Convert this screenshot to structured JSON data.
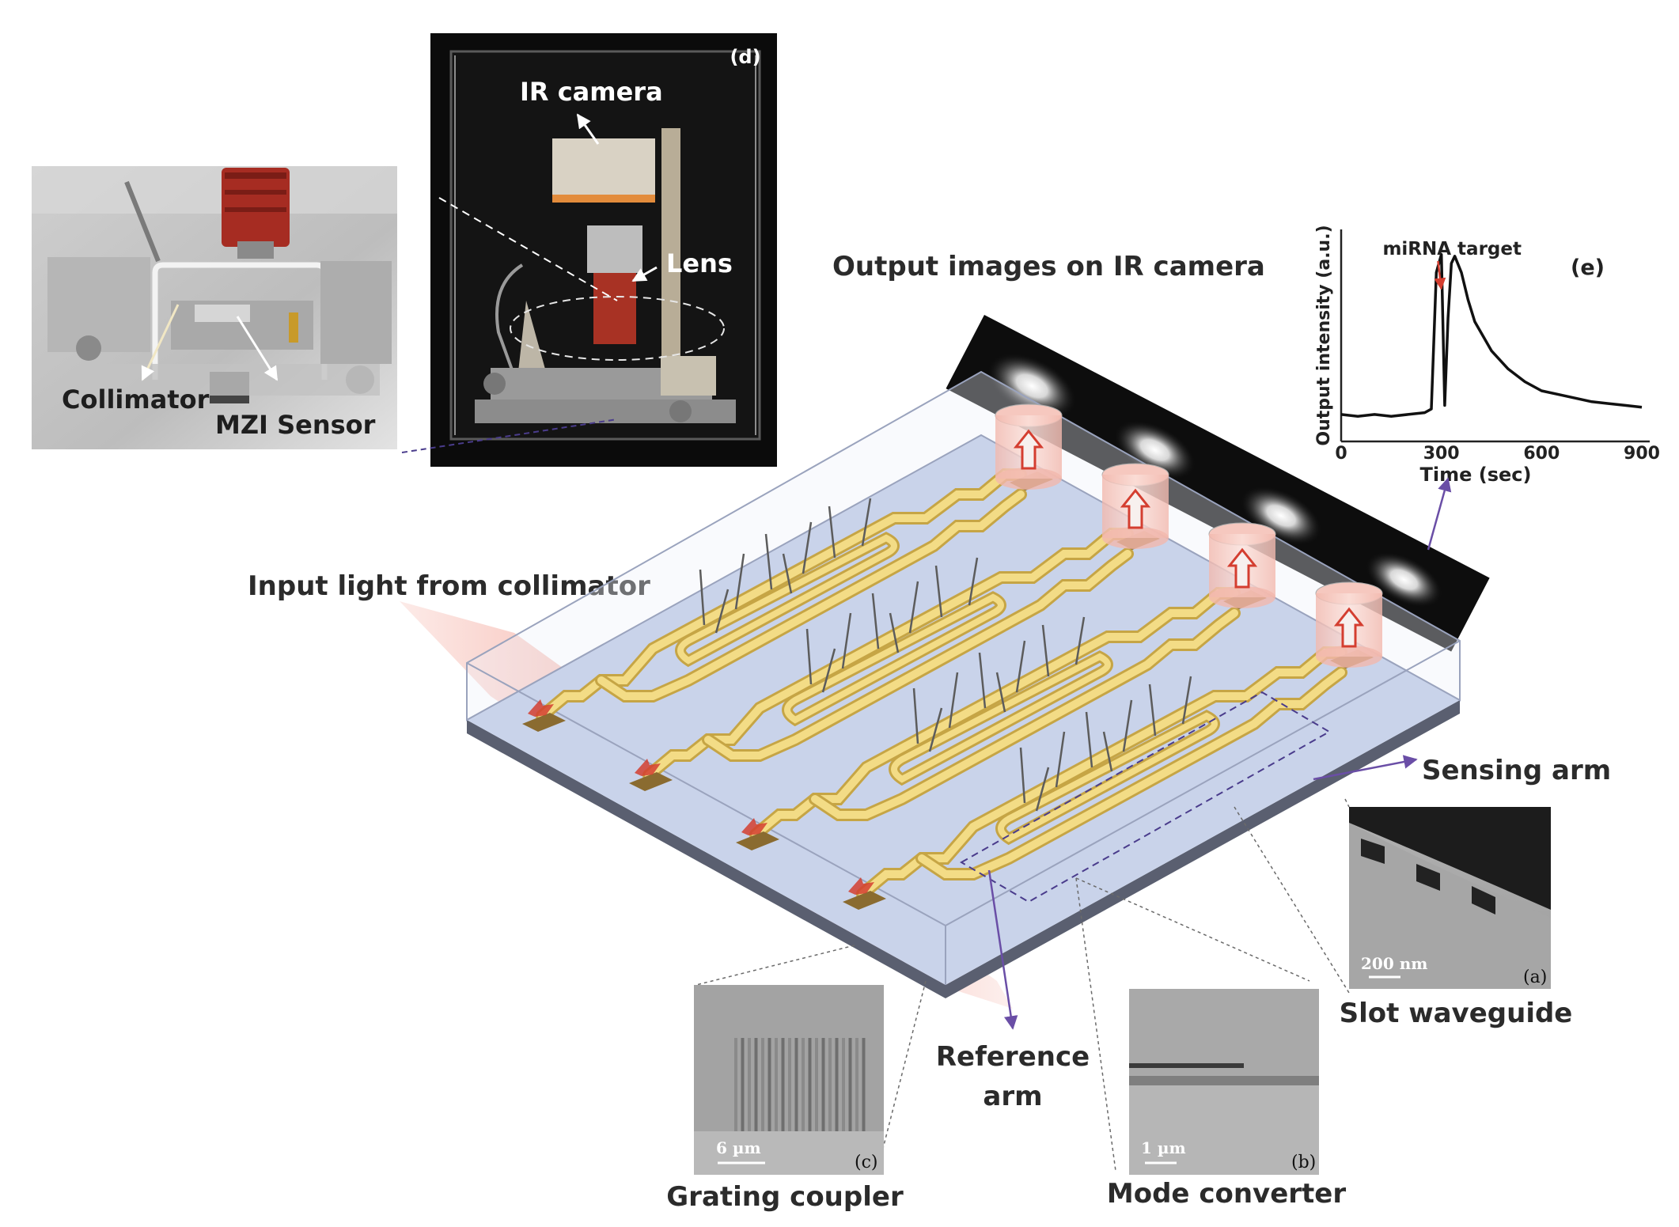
{
  "colors": {
    "waveguide": "#f3dc86",
    "waveguide_edge": "#c6a545",
    "substrate_top": "#c9d3ea",
    "substrate_side": "#5a5f70",
    "light_beam": "#f29a8c",
    "arrow_red": "#d43e30",
    "leader": "#6a4ea6"
  },
  "labels": {
    "photo1_collimator": "Collimator",
    "photo1_mzi": "MZI Sensor",
    "photo2_panel": "(d)",
    "photo2_camera": "IR camera",
    "photo2_lens": "Lens",
    "output_images": "Output images on IR camera",
    "input_light": "Input light from collimator",
    "sensing_arm": "Sensing arm",
    "reference_arm_1": "Reference",
    "reference_arm_2": "arm",
    "slot_waveguide": "Slot waveguide",
    "mode_converter": "Mode converter",
    "grating_coupler": "Grating coupler"
  },
  "insets": {
    "a": {
      "panel": "(a)",
      "scale": "200 nm"
    },
    "b": {
      "panel": "(b)",
      "scale": "1 µm"
    },
    "c": {
      "panel": "(c)",
      "scale": "6 µm"
    }
  },
  "chart_data": {
    "type": "line",
    "panel": "(e)",
    "annotation": "miRNA target",
    "annotation_x": 290,
    "xlabel": "Time (sec)",
    "ylabel": "Output intensity (a.u.)",
    "xlim": [
      0,
      900
    ],
    "ylim": [
      0,
      1
    ],
    "xticks": [
      0,
      300,
      600,
      900
    ],
    "series": [
      {
        "x": [
          0,
          50,
          100,
          150,
          200,
          250,
          270,
          285,
          300,
          310,
          320,
          330,
          340,
          360,
          380,
          400,
          450,
          500,
          550,
          600,
          650,
          700,
          750,
          800,
          850,
          900
        ],
        "y": [
          0.07,
          0.06,
          0.07,
          0.06,
          0.07,
          0.08,
          0.1,
          0.85,
          0.95,
          0.12,
          0.6,
          0.9,
          0.94,
          0.85,
          0.7,
          0.58,
          0.42,
          0.32,
          0.25,
          0.2,
          0.18,
          0.16,
          0.14,
          0.13,
          0.12,
          0.11
        ]
      }
    ]
  }
}
